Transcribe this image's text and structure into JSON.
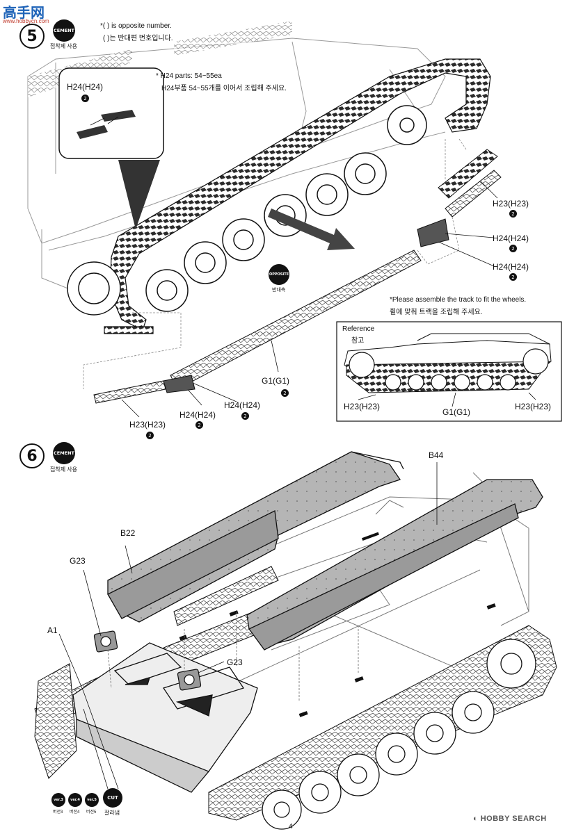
{
  "watermark_top": {
    "chars": "高手网",
    "url": "www.hobbycn.com"
  },
  "step5": {
    "number": "5",
    "cement_badge": "CEMENT",
    "cement_note": "접착제 사용",
    "opposite_note_en": "*( ) is opposite number.",
    "opposite_note_kr": "( )는 반대편 번호입니다.",
    "parts_note_en": "* H24 parts: 54~55ea",
    "parts_note_kr": "H24부품 54~55개를 이어서 조립해 주세요.",
    "inset_label": "H24(H24)",
    "inset_badge": "2",
    "opposite_badge": "OPPOSITE",
    "opposite_badge_kr": "반대측",
    "labels": {
      "h23_right": "H23(H23)",
      "h24_right_1": "H24(H24)",
      "h24_right_2": "H24(H24)",
      "g1": "G1(G1)",
      "h24_bottom_1": "H24(H24)",
      "h24_bottom_2": "H24(H24)",
      "h23_bottom": "H23(H23)",
      "badge": "2"
    },
    "assemble_note_en": "*Please assemble the track to fit the wheels.",
    "assemble_note_kr": "휠에 맞춰 트랙을 조립해 주세요.",
    "reference": {
      "title_en": "Reference",
      "title_kr": "참고",
      "h23_left": "H23(H23)",
      "g1": "G1(G1)",
      "h23_right": "H23(H23)"
    }
  },
  "step6": {
    "number": "6",
    "cement_badge": "CEMENT",
    "cement_note": "접착제 사용",
    "labels": {
      "b44": "B44",
      "b22": "B22",
      "g23_top": "G23",
      "a1": "A1",
      "g23_bottom": "G23"
    },
    "versions": [
      {
        "badge": "ver.3",
        "kr": "버전3"
      },
      {
        "badge": "ver.4",
        "kr": "버전4"
      },
      {
        "badge": "ver.5",
        "kr": "버전5"
      }
    ],
    "cut_badge": "CUT",
    "cut_kr": "잘라냄"
  },
  "page_number": "4",
  "footer_watermark": "HOBBY SEARCH"
}
